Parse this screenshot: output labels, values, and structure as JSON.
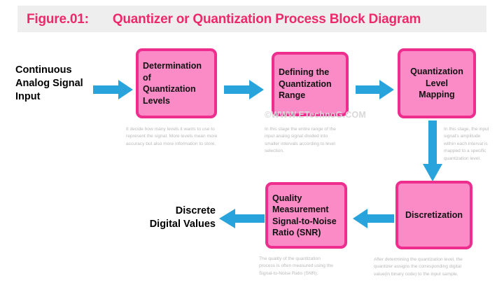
{
  "figure": {
    "label": "Figure.01:",
    "title": "Quantizer or Quantization Process Block Diagram",
    "title_color": "#ec2a6b",
    "band_color": "#eeeeee"
  },
  "watermark": {
    "text": "©WWW.ETechnoG.COM",
    "color": "#d8d8d8"
  },
  "palette": {
    "block_fill": "#fb8bc6",
    "block_border": "#ee2e8e",
    "arrow": "#29a3dc",
    "caption_text": "#b9b9b9",
    "label_text": "#000000"
  },
  "labels": {
    "input": "Continuous\nAnalog Signal\nInput",
    "output": "Discrete\nDigital Values"
  },
  "blocks": [
    {
      "id": "determination-of-quantization-levels",
      "text": "Determination\nof\nQuantization\nLevels",
      "caption": "It decide how many levels it wants to use to\nrepresent the signal. More levels mean more\naccuracy but also more information to store."
    },
    {
      "id": "defining-the-quantization-range",
      "text": "Defining the\nQuantization\nRange",
      "caption": "In this stage the entire range of the\ninput analog signal divided into\nsmaller intervals according to level\nselection."
    },
    {
      "id": "quantization-level-mapping",
      "text": "Quantization\nLevel\nMapping",
      "caption": "In this stage, the input\nsignal's amplitude\nwithin each interval is\nmapped to a specific\nquantization level."
    },
    {
      "id": "discretization",
      "text": "Discretization",
      "caption": "After determining the quantization level, the\nquantizer assigns the corresponding digital\nvalue(in binary code) to the input sample."
    },
    {
      "id": "quality-measurement-snr",
      "text": "Quality\nMeasurement\nSignal-to-Noise\nRatio (SNR)",
      "caption": "The quality of the quantization\nprocess is often measured using the\nSignal-to-Noise Ratio (SNR)."
    }
  ],
  "arrows": [
    {
      "id": "input-to-block1",
      "direction": "right"
    },
    {
      "id": "block1-to-block2",
      "direction": "right"
    },
    {
      "id": "block2-to-block3",
      "direction": "right"
    },
    {
      "id": "block3-to-block4",
      "direction": "down"
    },
    {
      "id": "block4-to-block5",
      "direction": "left"
    },
    {
      "id": "block5-to-output",
      "direction": "left"
    }
  ]
}
